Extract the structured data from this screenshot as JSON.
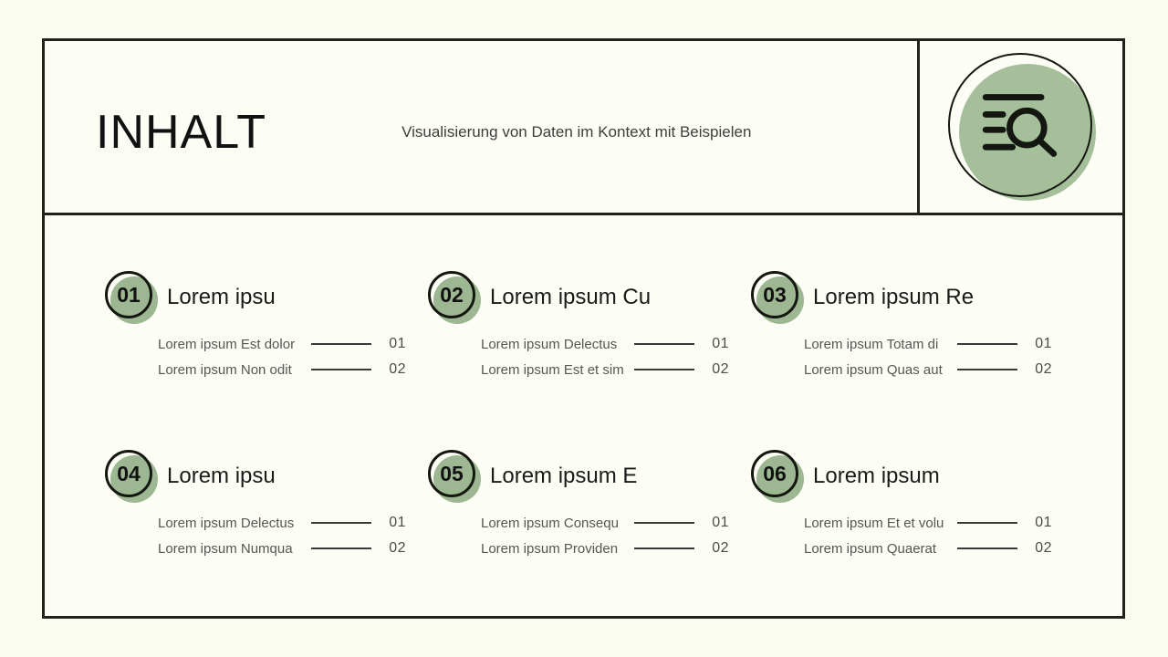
{
  "header": {
    "title": "INHALT",
    "subtitle": "Visualisierung von Daten im Kontext mit Beispielen"
  },
  "colors": {
    "background": "#f9fcee",
    "frame_background": "#fcfdf4",
    "border": "#20231a",
    "accent_green": "#a9c19e",
    "accent_green_shadow": "#9cb791",
    "muted_text": "#565656"
  },
  "icons": {
    "header_icon": "search-list-icon"
  },
  "sections": [
    {
      "number": "01",
      "heading": "Lorem ipsu",
      "items": [
        {
          "label": "Lorem ipsum Est dolor",
          "page": "01"
        },
        {
          "label": "Lorem ipsum Non odit",
          "page": "02"
        }
      ]
    },
    {
      "number": "02",
      "heading": "Lorem ipsum Cu",
      "items": [
        {
          "label": "Lorem ipsum Delectus",
          "page": "01"
        },
        {
          "label": "Lorem ipsum Est et sim",
          "page": "02"
        }
      ]
    },
    {
      "number": "03",
      "heading": "Lorem ipsum Re",
      "items": [
        {
          "label": "Lorem ipsum Totam di",
          "page": "01"
        },
        {
          "label": "Lorem ipsum Quas aut",
          "page": "02"
        }
      ]
    },
    {
      "number": "04",
      "heading": "Lorem ipsu",
      "items": [
        {
          "label": "Lorem ipsum Delectus",
          "page": "01"
        },
        {
          "label": "Lorem ipsum Numqua",
          "page": "02"
        }
      ]
    },
    {
      "number": "05",
      "heading": "Lorem ipsum E",
      "items": [
        {
          "label": "Lorem ipsum Consequ",
          "page": "01"
        },
        {
          "label": "Lorem ipsum Providen",
          "page": "02"
        }
      ]
    },
    {
      "number": "06",
      "heading": "Lorem ipsum",
      "items": [
        {
          "label": "Lorem ipsum Et et volu",
          "page": "01"
        },
        {
          "label": "Lorem ipsum Quaerat",
          "page": "02"
        }
      ]
    }
  ]
}
